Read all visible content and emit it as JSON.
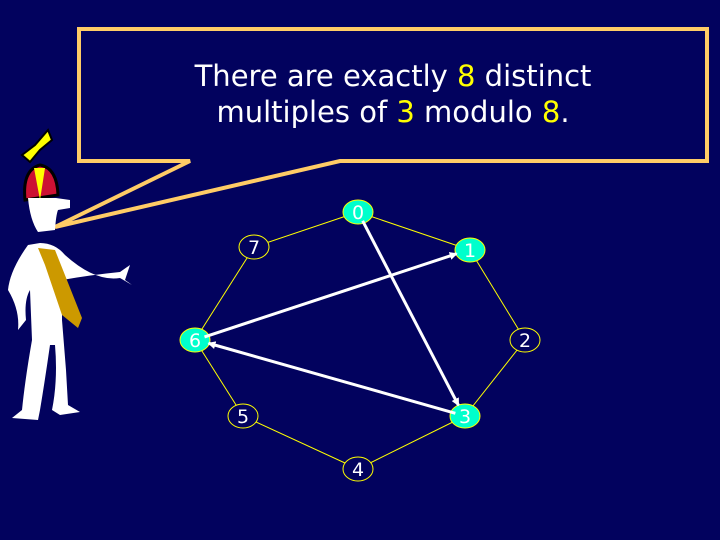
{
  "caption": {
    "line1_pre": "There are exactly ",
    "line1_num": "8",
    "line1_post": " distinct",
    "line2_pre": "multiples of ",
    "line2_num": "3",
    "line2_mid": " modulo ",
    "line2_num2": "8",
    "line2_post": "."
  },
  "graph": {
    "nodes": [
      {
        "label": "0",
        "highlighted": true
      },
      {
        "label": "1",
        "highlighted": true
      },
      {
        "label": "2",
        "highlighted": false
      },
      {
        "label": "3",
        "highlighted": true
      },
      {
        "label": "4",
        "highlighted": false
      },
      {
        "label": "5",
        "highlighted": false
      },
      {
        "label": "6",
        "highlighted": true
      },
      {
        "label": "7",
        "highlighted": false
      }
    ],
    "arrows": [
      [
        0,
        3
      ],
      [
        3,
        6
      ],
      [
        6,
        1
      ]
    ]
  },
  "colors": {
    "background": "#02025e",
    "highlight_node": "#00ffcc",
    "ring": "#ffff00",
    "callout_border": "#ffcc66",
    "accent_text": "#ffff00"
  }
}
